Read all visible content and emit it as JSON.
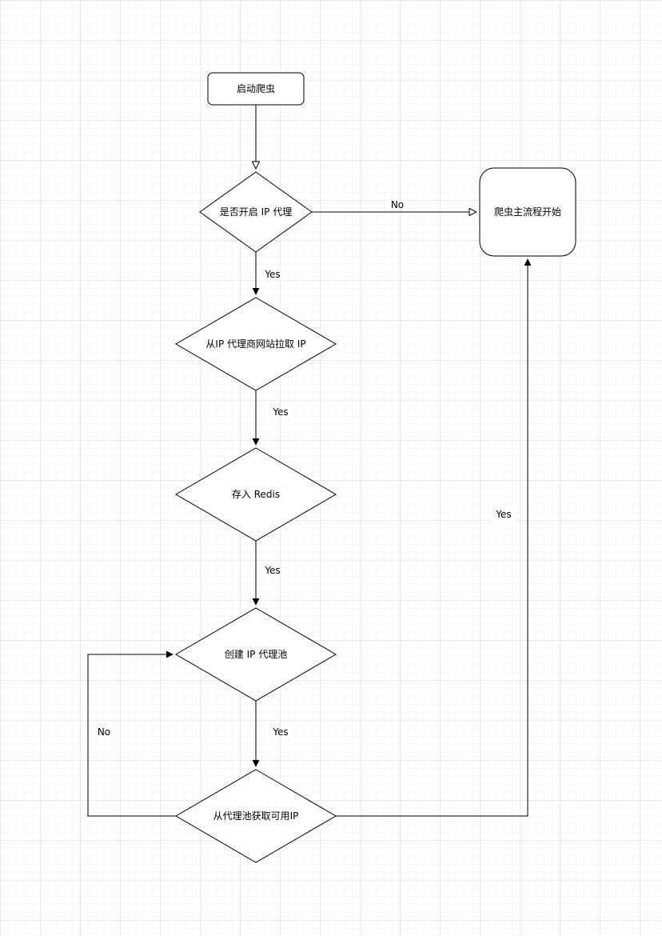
{
  "diagram": {
    "title": "crawler-ip-proxy-flowchart",
    "colors": {
      "shape_fill": "#ffffff",
      "shape_stroke": "#000000",
      "grid_minor": "#f6f6f6",
      "grid_major": "#e9e9e9",
      "text": "#000000"
    },
    "nodes": {
      "start": {
        "label": "启动爬虫",
        "type": "rounded-rect"
      },
      "decision_ip_proxy": {
        "label": "是否开启 IP 代理",
        "type": "diamond"
      },
      "main_flow": {
        "label": "爬虫主流程开始",
        "type": "rounded-rect"
      },
      "pull_ip": {
        "label": "从IP 代理商网站拉取 IP",
        "type": "diamond"
      },
      "store_redis": {
        "label": "存入 Redis",
        "type": "diamond"
      },
      "create_pool": {
        "label": "创建 IP 代理池",
        "type": "diamond"
      },
      "get_ip": {
        "label": "从代理池获取可用IP",
        "type": "diamond"
      }
    },
    "edges": {
      "start_to_decision": {
        "label": ""
      },
      "no_to_main": {
        "label": "No"
      },
      "yes_to_pull": {
        "label": "Yes"
      },
      "yes_to_redis": {
        "label": "Yes"
      },
      "yes_to_pool": {
        "label": "Yes"
      },
      "yes_to_get": {
        "label": "Yes"
      },
      "yes_to_main": {
        "label": "Yes"
      },
      "no_to_pool": {
        "label": "No"
      }
    }
  }
}
